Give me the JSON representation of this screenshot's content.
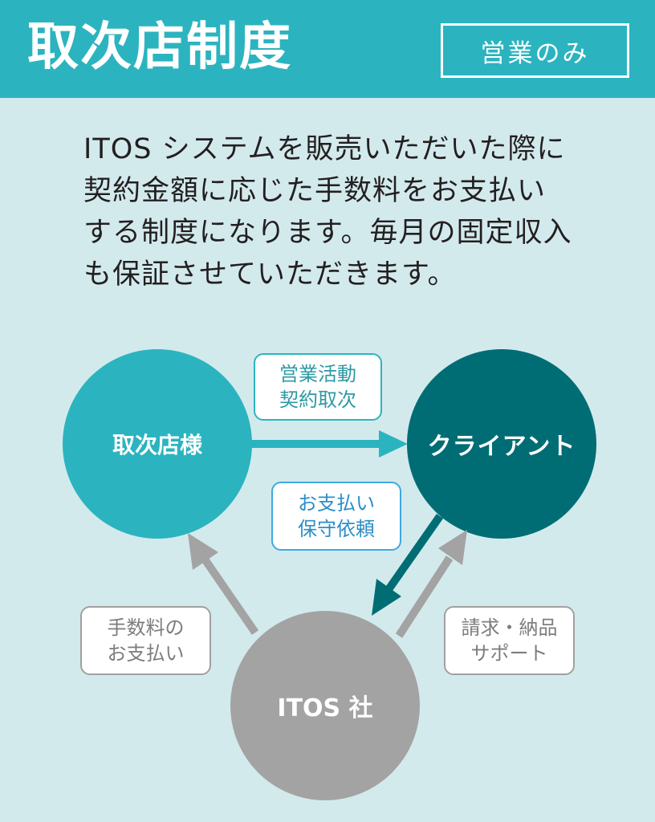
{
  "header": {
    "title": "取次店制度",
    "badge": "営業のみ"
  },
  "intro": {
    "lines": [
      "ITOS システムを販売いただいた際に",
      "契約金額に応じた手数料をお支払い",
      "する制度になります。毎月の固定収入",
      "も保証させていただきます。"
    ]
  },
  "diagram": {
    "nodes": {
      "agency": {
        "label": "取次店様",
        "color": "#2bb4bf"
      },
      "client": {
        "label": "クライアント",
        "color": "#006d75"
      },
      "itos": {
        "label": "ITOS 社",
        "color": "#a3a3a3"
      }
    },
    "boxes": {
      "sales": {
        "line1": "営業活動",
        "line2": "契約取次"
      },
      "payment": {
        "line1": "お支払い",
        "line2": "保守依頼"
      },
      "fee": {
        "line1": "手数料の",
        "line2": "お支払い"
      },
      "billing": {
        "line1": "請求・納品",
        "line2": "サポート"
      }
    },
    "colors": {
      "arrow_teal": "#2bb4bf",
      "arrow_dark": "#006d75",
      "arrow_gray": "#a3a3a3"
    }
  }
}
